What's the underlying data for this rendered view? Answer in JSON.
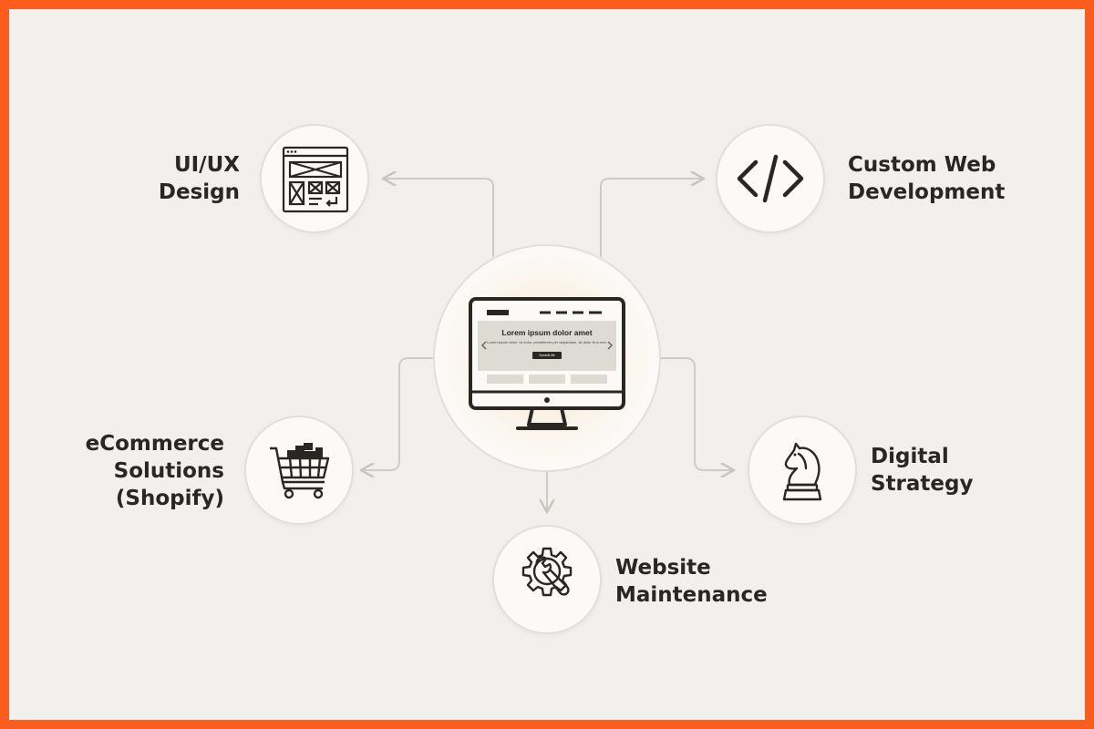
{
  "center": {
    "icon": "monitor-website-icon",
    "screen_title": "Lorem ipsum dolor amet",
    "screen_subtitle": "Lorem ipsum dolor. Ut enim, perstiterem per dapandam, sit dolor fit in met.",
    "screen_button": "Summit life"
  },
  "services": {
    "uiux": {
      "icon": "wireframe-icon",
      "line1": "UI/UX",
      "line2": "Design"
    },
    "custom_web": {
      "icon": "code-brackets-icon",
      "line1": "Custom Web",
      "line2": "Development"
    },
    "ecommerce": {
      "icon": "shopping-cart-icon",
      "line1": "eCommerce",
      "line2": "Solutions",
      "line3": "(Shopify)"
    },
    "digital_strategy": {
      "icon": "chess-knight-icon",
      "line1": "Digital",
      "line2": "Strategy"
    },
    "maintenance": {
      "icon": "gear-wrench-icon",
      "line1": "Website",
      "line2": "Maintenance"
    }
  },
  "colors": {
    "frame": "#fb5e1c",
    "background": "#f1f0ed",
    "text": "#2a2723",
    "connector": "#cfccc6",
    "center_glow": "#ffe1b6"
  }
}
